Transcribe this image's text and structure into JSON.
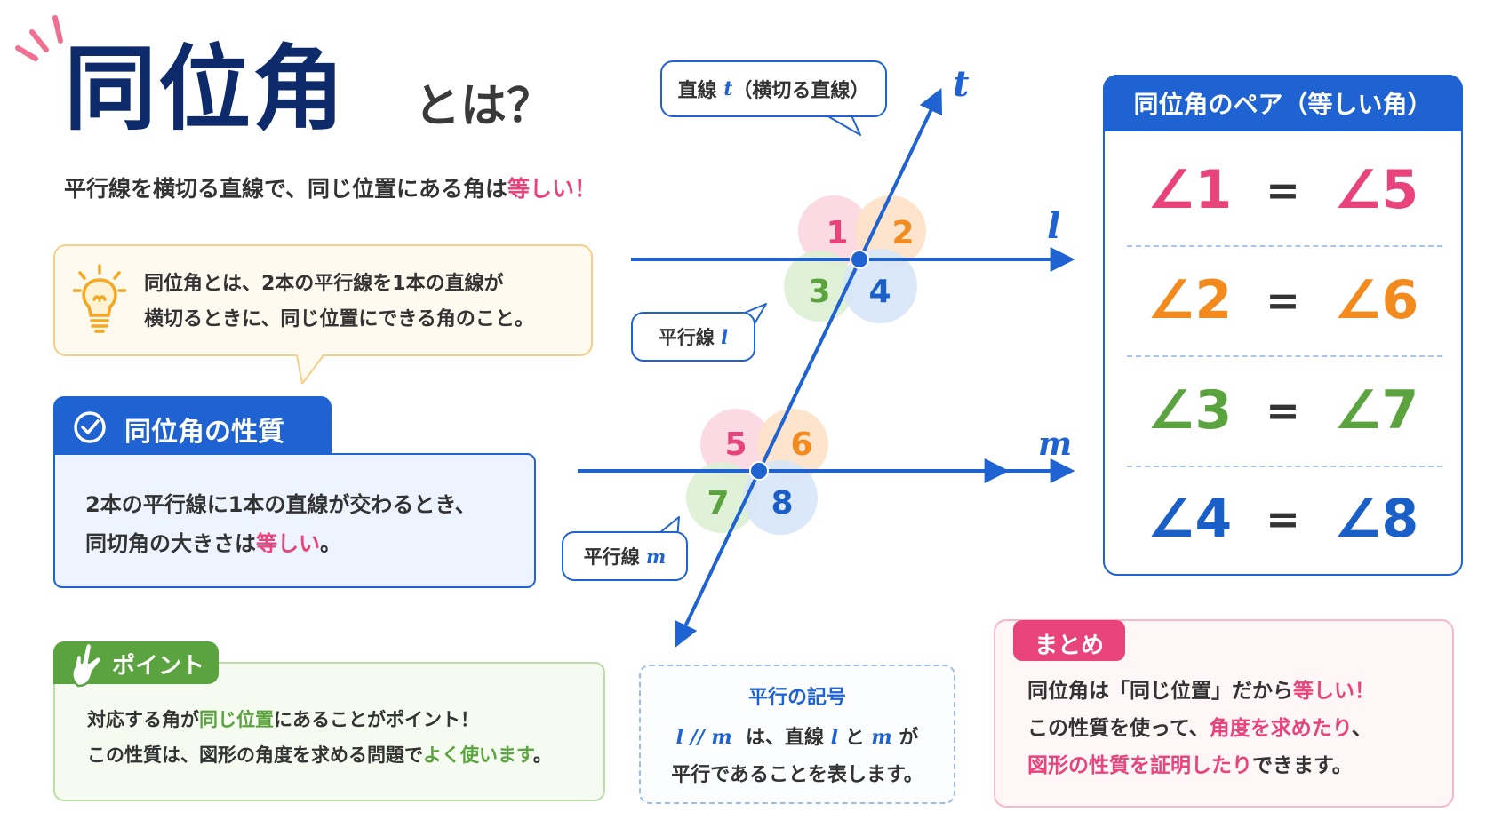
{
  "title": {
    "main": "同位角",
    "sub": "とは？",
    "subtitle_pre": "平行線を横切る直線で、同じ位置にある角は",
    "subtitle_emph": "等しい！"
  },
  "definition": {
    "line1": "同位角とは、2本の平行線を1本の直線が",
    "line2": "横切るときに、同じ位置にできる角のこと。"
  },
  "property": {
    "tab_label": "同位角の性質",
    "line1": "2本の平行線に1本の直線が交わるとき、",
    "line2_pre": "同切角の大きさは",
    "line2_emph": "等しい",
    "line2_post": "。"
  },
  "point": {
    "tab_label": "ポイント",
    "line1_pre": "対応する角が",
    "line1_emph": "同じ位置",
    "line1_post": "にあることがポイント！",
    "line2_pre": "この性質は、図形の角度を求める問題で",
    "line2_emph": "よく使います",
    "line2_post": "。"
  },
  "callouts": {
    "t_pre": "直線",
    "t_var": "t",
    "t_post": "（横切る直線）",
    "l_pre": "平行線",
    "l_var": "l",
    "m_pre": "平行線",
    "m_var": "m"
  },
  "diagram": {
    "label_t": "t",
    "label_l": "l",
    "label_m": "m",
    "angles": [
      "1",
      "2",
      "3",
      "4",
      "5",
      "6",
      "7",
      "8"
    ],
    "colors": {
      "pink": "#e8437a",
      "orange": "#f28a1e",
      "green": "#5aa33e",
      "blue": "#1a5fc8",
      "line": "#1f62d1"
    }
  },
  "symbol": {
    "title": "平行の記号",
    "expr_l": "l",
    "expr_op": "//",
    "expr_m": "m",
    "line1_mid": "は、直線",
    "line1_l": "l",
    "line1_to": "と",
    "line1_m": "m",
    "line1_end": "が",
    "line2": "平行であることを表します。"
  },
  "pairs": {
    "title": "同位角のペア（等しい角）",
    "eq": "=",
    "rows": [
      {
        "left": "∠1",
        "right": "∠5",
        "color": "#e8437a"
      },
      {
        "left": "∠2",
        "right": "∠6",
        "color": "#f28a1e"
      },
      {
        "left": "∠3",
        "right": "∠7",
        "color": "#5aa33e"
      },
      {
        "left": "∠4",
        "right": "∠8",
        "color": "#1a5fc8"
      }
    ]
  },
  "summary": {
    "tab_label": "まとめ",
    "line1_pre": "同位角は「同じ位置」だから",
    "line1_emph": "等しい！",
    "line2_pre": "この性質を使って、",
    "line2_emph": "角度を求めたり",
    "line2_post": "、",
    "line3_emph": "図形の性質を証明したり",
    "line3_post": "できます。"
  }
}
